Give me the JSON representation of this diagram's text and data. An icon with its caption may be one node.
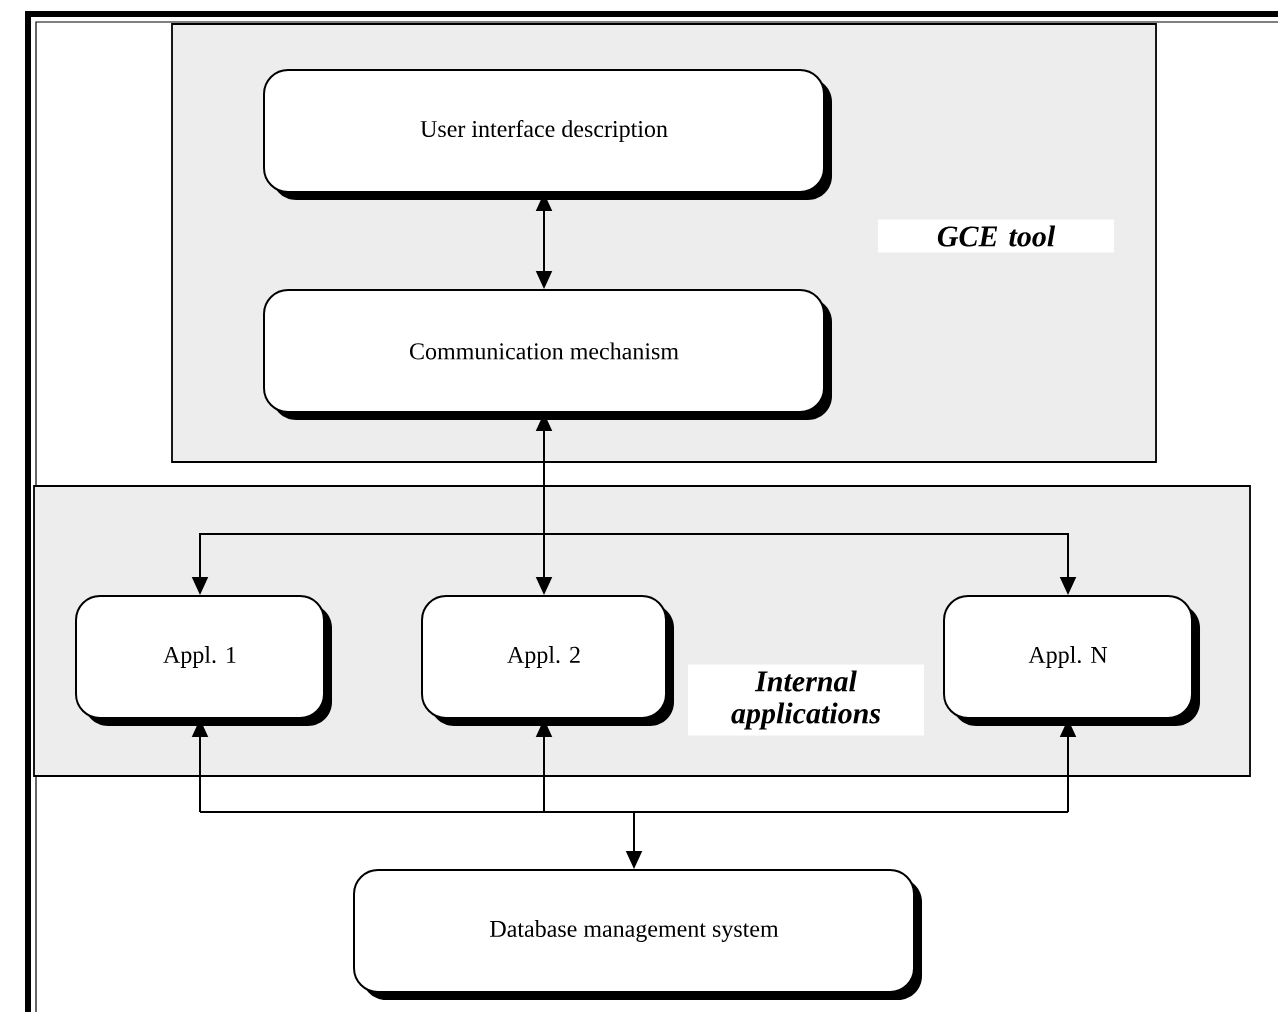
{
  "diagram": {
    "nodes": [
      {
        "text": [
          "GCE tool"
        ]
      },
      {
        "text": [
          "User interface description"
        ],
        "in": 0
      },
      {
        "text": [
          "Communication mechanism"
        ],
        "in": 0
      },
      {
        "text": [
          "Internal applications"
        ]
      },
      {
        "text": [
          "Appl. 1"
        ],
        "in": 3
      },
      {
        "text": [
          "Appl. 2"
        ],
        "in": 3
      },
      {
        "text": [
          "Appl. N"
        ],
        "in": 3
      },
      {
        "text": [
          "Database management system"
        ]
      }
    ],
    "edges": [
      {
        "from": 1,
        "to": 2,
        "arrow": "both"
      },
      {
        "from": 2,
        "to": 4,
        "arrow": "both"
      },
      {
        "from": 2,
        "to": 5,
        "arrow": "both"
      },
      {
        "from": 2,
        "to": 6,
        "arrow": "both"
      },
      {
        "from": 4,
        "to": 7,
        "arrow": "both"
      },
      {
        "from": 5,
        "to": 7,
        "arrow": "both"
      },
      {
        "from": 6,
        "to": 7,
        "arrow": "both"
      }
    ]
  }
}
